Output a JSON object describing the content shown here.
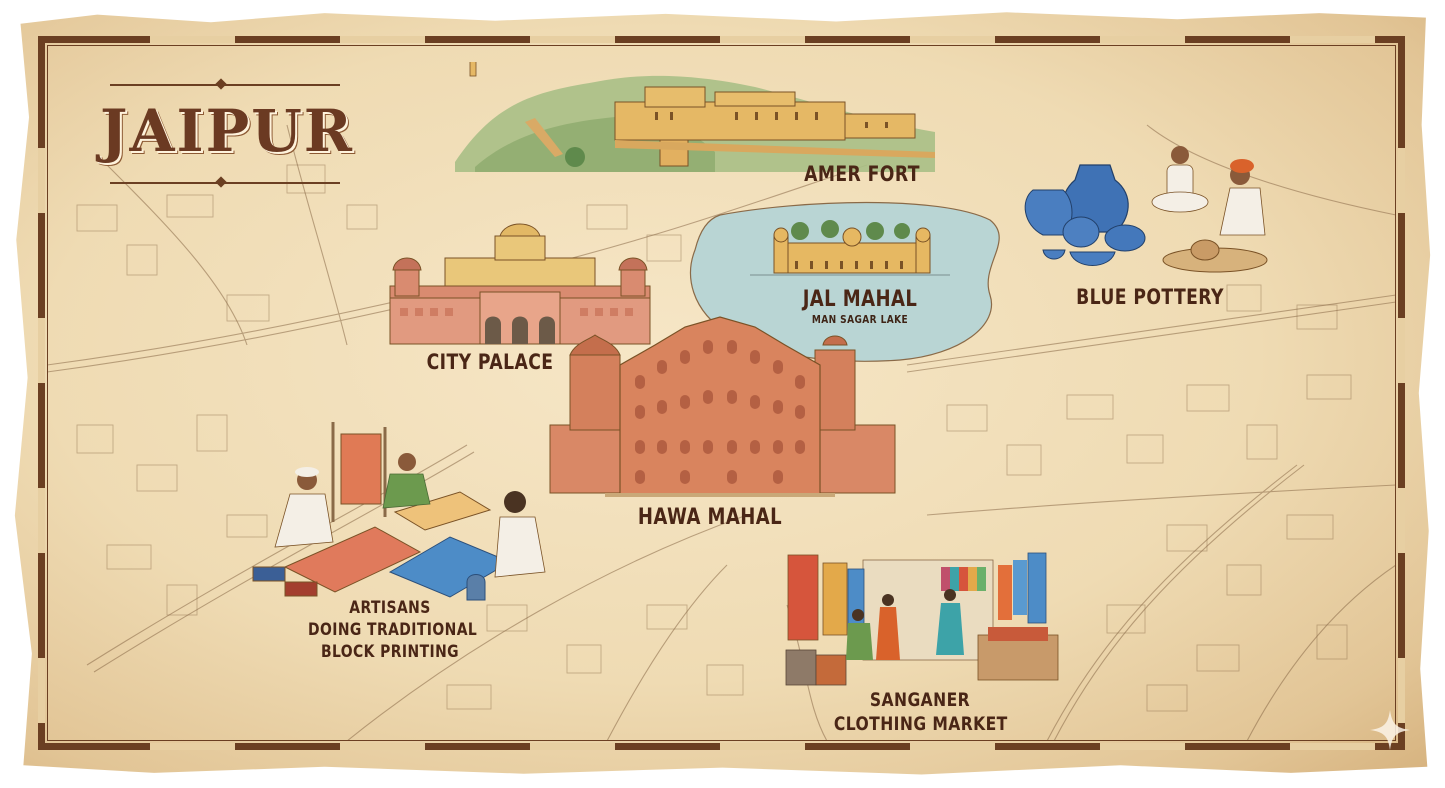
{
  "map": {
    "title": "JAIPUR",
    "style": "vintage illustrated parchment tourist map",
    "colors": {
      "parchment": "#efdbb3",
      "border": "#6b3f22",
      "label_text": "#4a2616",
      "lake": "#b7d4d6",
      "hills": "#9cb37a",
      "pink_sandstone": "#cf7a5a",
      "fort_ochre": "#e2b565",
      "pottery_blue": "#3f72b5"
    },
    "landmarks": [
      {
        "id": "amer-fort",
        "label": "AMER FORT",
        "icon": "fort-on-hills-icon"
      },
      {
        "id": "jal-mahal",
        "label": "JAL MAHAL",
        "sublabel": "MAN SAGAR LAKE",
        "icon": "water-palace-icon"
      },
      {
        "id": "blue-pottery",
        "label": "BLUE POTTERY",
        "icon": "blue-pottery-artisans-icon"
      },
      {
        "id": "city-palace",
        "label": "CITY PALACE",
        "icon": "palace-icon"
      },
      {
        "id": "hawa-mahal",
        "label": "HAWA MAHAL",
        "icon": "palace-of-winds-icon"
      },
      {
        "id": "block-printing",
        "label_lines": [
          "ARTISANS",
          "DOING TRADITIONAL",
          "BLOCK PRINTING"
        ],
        "icon": "block-printing-artisans-icon"
      },
      {
        "id": "sanganer-market",
        "label_lines": [
          "SANGANER",
          "CLOTHING MARKET"
        ],
        "icon": "textile-market-icon"
      }
    ],
    "watermark_icon": "sparkle-icon"
  }
}
